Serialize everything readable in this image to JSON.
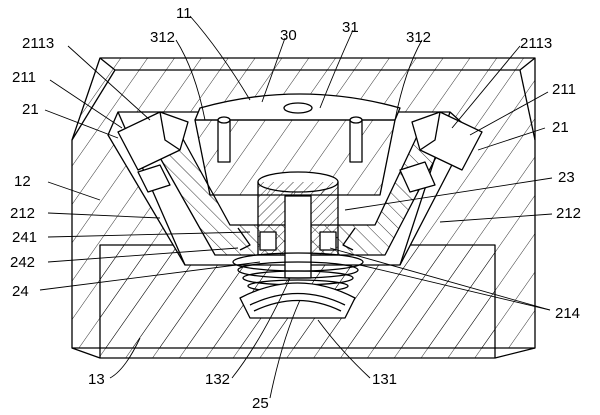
{
  "figure": {
    "labels": {
      "l11": "11",
      "l30": "30",
      "l31": "31",
      "l312a": "312",
      "l312b": "312",
      "l2113a": "2113",
      "l2113b": "2113",
      "l211a": "211",
      "l211b": "211",
      "l21a": "21",
      "l21b": "21",
      "l12": "12",
      "l23": "23",
      "l212a": "212",
      "l212b": "212",
      "l241": "241",
      "l242": "242",
      "l24": "24",
      "l214": "214",
      "l13": "13",
      "l132": "132",
      "l131": "131",
      "l25": "25"
    }
  }
}
